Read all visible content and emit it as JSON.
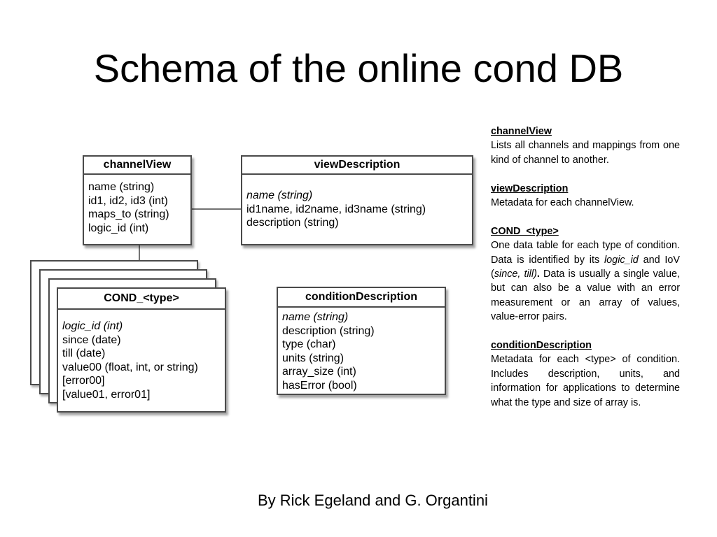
{
  "title": "Schema of the online cond DB",
  "diagram": {
    "tables": {
      "channelView": {
        "name": "channelView",
        "fields": [
          "name (string)",
          "id1, id2, id3 (int)",
          "maps_to (string)",
          "logic_id (int)"
        ]
      },
      "viewDescription": {
        "name": "viewDescription",
        "fields": [
          "name (string)",
          "id1name, id2name, id3name (string)",
          "description (string)"
        ]
      },
      "cond": {
        "name": "COND_<type>",
        "fields": [
          "logic_id (int)",
          "since (date)",
          "till (date)",
          "value00 (float, int, or string)",
          "[error00]",
          "[value01, error01]"
        ]
      },
      "conditionDescription": {
        "name": "conditionDescription",
        "fields": [
          "name (string)",
          "description (string)",
          "type (char)",
          "units (string)",
          "array_size (int)",
          "hasError (bool)"
        ]
      }
    }
  },
  "notes": {
    "channelView": {
      "heading": "channelView",
      "text": "Lists all channels and mappings from one kind of channel to another."
    },
    "viewDescription": {
      "heading": "viewDescription",
      "text": "Metadata for each channelView."
    },
    "cond": {
      "heading": "COND_<type>",
      "t1": "One data table for each type of condition.  Data is identified by its ",
      "t2": "logic_id",
      "t3": " and IoV (",
      "t4": "since, till)",
      "t5": ".",
      "t6": "  Data is usually a single value, but can also be a value with an error measurement or an array of values, value-error pairs."
    },
    "conditionDescription": {
      "heading": "conditionDescription",
      "text": "Metadata for each <type> of condition.  Includes description, units, and information for applications to determine what the type and size of array is."
    }
  },
  "credit": "By Rick Egeland and G. Organtini"
}
